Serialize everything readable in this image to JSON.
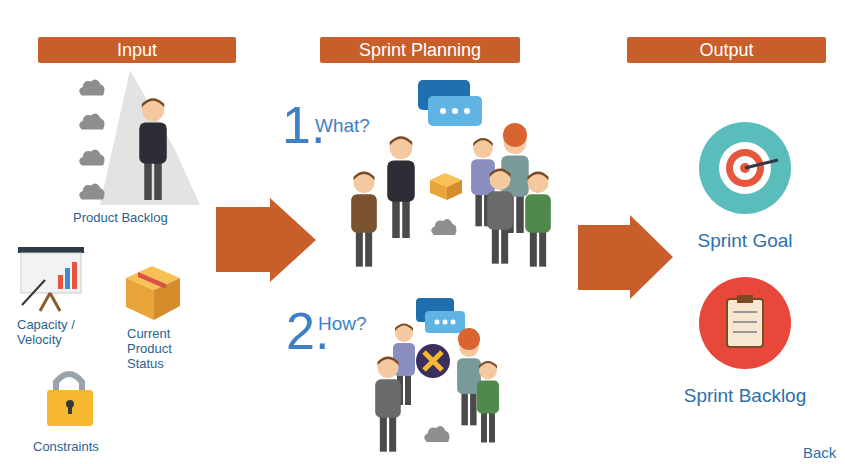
{
  "diagram": {
    "nodes": [
      {
        "text": [
          "Input"
        ]
      },
      {
        "text": [
          "Sprint Planning"
        ]
      },
      {
        "text": [
          "Output"
        ]
      },
      {
        "text": [
          "Sprint Goal"
        ]
      },
      {
        "text": [
          "Sprint Backlog"
        ]
      }
    ],
    "labels": [
      "Product Backlog",
      "Capacity / Velocity",
      "Current Product Status",
      "Constraints",
      "1.",
      "What?",
      "2.",
      "How?",
      "Back"
    ]
  }
}
